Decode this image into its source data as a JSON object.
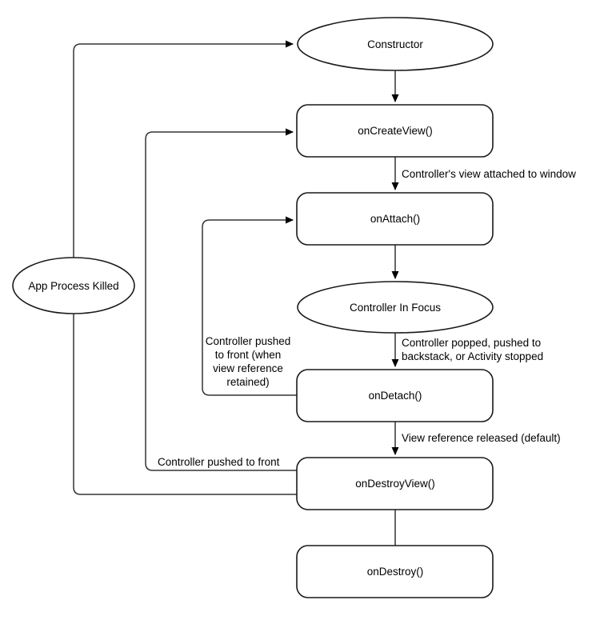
{
  "diagram": {
    "nodes": {
      "constructor": {
        "label": "Constructor",
        "fill": "#10C6CB"
      },
      "on_create_view": {
        "label": "onCreateView()",
        "fill": "#ffffff"
      },
      "on_attach": {
        "label": "onAttach()",
        "fill": "#ffffff"
      },
      "controller_in_focus": {
        "label": "Controller In Focus",
        "fill": "#4CBE19"
      },
      "on_detach": {
        "label": "onDetach()",
        "fill": "#ffffff"
      },
      "on_destroy_view": {
        "label": "onDestroyView()",
        "fill": "#ffffff"
      },
      "on_destroy": {
        "label": "onDestroy()",
        "fill": "#ffffff"
      },
      "app_process_killed": {
        "label": "App Process Killed",
        "fill": "#F97185"
      }
    },
    "edge_labels": {
      "view_attached": "Controller's view attached to window",
      "controller_popped_line1": "Controller popped, pushed to",
      "controller_popped_line2": "backstack, or Activity stopped",
      "pushed_front_retained_line1": "Controller pushed",
      "pushed_front_retained_line2": "to front (when",
      "pushed_front_retained_line3": "view reference",
      "pushed_front_retained_line4": "retained)",
      "view_released": "View reference released (default)",
      "pushed_front": "Controller pushed to front"
    },
    "colors": {
      "line": "#333333",
      "outline": "#1a1a1a",
      "cyan": "#10C6CB",
      "green": "#4CBE19",
      "pink": "#F97185"
    }
  }
}
